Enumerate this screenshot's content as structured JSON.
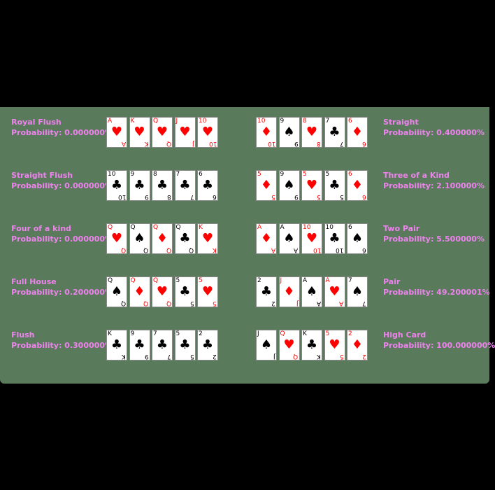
{
  "colors": {
    "felt": "#5a7a5c",
    "label": "#ee82ee",
    "red_suit": "#ff0000",
    "black_suit": "#000000"
  },
  "hands": [
    {
      "name": "Royal Flush",
      "probability": "Probability: 0.000000%",
      "cards": [
        {
          "rank": "A",
          "suit": "♥",
          "color": "red"
        },
        {
          "rank": "K",
          "suit": "♥",
          "color": "red"
        },
        {
          "rank": "Q",
          "suit": "♥",
          "color": "red"
        },
        {
          "rank": "J",
          "suit": "♥",
          "color": "red"
        },
        {
          "rank": "10",
          "suit": "♥",
          "color": "red"
        }
      ]
    },
    {
      "name": "Straight",
      "probability": "Probability: 0.400000%",
      "cards": [
        {
          "rank": "10",
          "suit": "♦",
          "color": "red"
        },
        {
          "rank": "9",
          "suit": "♠",
          "color": "black"
        },
        {
          "rank": "8",
          "suit": "♥",
          "color": "red"
        },
        {
          "rank": "7",
          "suit": "♣",
          "color": "black"
        },
        {
          "rank": "6",
          "suit": "♦",
          "color": "red"
        }
      ]
    },
    {
      "name": "Straight Flush",
      "probability": "Probability: 0.000000%",
      "cards": [
        {
          "rank": "10",
          "suit": "♣",
          "color": "black"
        },
        {
          "rank": "9",
          "suit": "♣",
          "color": "black"
        },
        {
          "rank": "8",
          "suit": "♣",
          "color": "black"
        },
        {
          "rank": "7",
          "suit": "♣",
          "color": "black"
        },
        {
          "rank": "6",
          "suit": "♣",
          "color": "black"
        }
      ]
    },
    {
      "name": "Three of a Kind",
      "probability": "Probability: 2.100000%",
      "cards": [
        {
          "rank": "5",
          "suit": "♦",
          "color": "red"
        },
        {
          "rank": "9",
          "suit": "♠",
          "color": "black"
        },
        {
          "rank": "5",
          "suit": "♥",
          "color": "red"
        },
        {
          "rank": "5",
          "suit": "♣",
          "color": "black"
        },
        {
          "rank": "6",
          "suit": "♦",
          "color": "red"
        }
      ]
    },
    {
      "name": "Four of a kind",
      "probability": "Probability: 0.000000%",
      "cards": [
        {
          "rank": "Q",
          "suit": "♥",
          "color": "red"
        },
        {
          "rank": "Q",
          "suit": "♠",
          "color": "black"
        },
        {
          "rank": "Q",
          "suit": "♦",
          "color": "red"
        },
        {
          "rank": "Q",
          "suit": "♣",
          "color": "black"
        },
        {
          "rank": "K",
          "suit": "♥",
          "color": "red"
        }
      ]
    },
    {
      "name": "Two Pair",
      "probability": "Probability: 5.500000%",
      "cards": [
        {
          "rank": "A",
          "suit": "♦",
          "color": "red"
        },
        {
          "rank": "A",
          "suit": "♠",
          "color": "black"
        },
        {
          "rank": "10",
          "suit": "♥",
          "color": "red"
        },
        {
          "rank": "10",
          "suit": "♣",
          "color": "black"
        },
        {
          "rank": "6",
          "suit": "♠",
          "color": "black"
        }
      ]
    },
    {
      "name": "Full House",
      "probability": "Probability: 0.200000%",
      "cards": [
        {
          "rank": "Q",
          "suit": "♠",
          "color": "black"
        },
        {
          "rank": "Q",
          "suit": "♦",
          "color": "red"
        },
        {
          "rank": "Q",
          "suit": "♥",
          "color": "red"
        },
        {
          "rank": "5",
          "suit": "♣",
          "color": "black"
        },
        {
          "rank": "5",
          "suit": "♥",
          "color": "red"
        }
      ]
    },
    {
      "name": "Pair",
      "probability": "Probability: 49.200001%",
      "cards": [
        {
          "rank": "2",
          "suit": "♣",
          "color": "black"
        },
        {
          "rank": "J",
          "suit": "♦",
          "color": "red"
        },
        {
          "rank": "A",
          "suit": "♠",
          "color": "black"
        },
        {
          "rank": "A",
          "suit": "♥",
          "color": "red"
        },
        {
          "rank": "7",
          "suit": "♠",
          "color": "black"
        }
      ]
    },
    {
      "name": "Flush",
      "probability": "Probability: 0.300000%",
      "cards": [
        {
          "rank": "K",
          "suit": "♣",
          "color": "black"
        },
        {
          "rank": "9",
          "suit": "♣",
          "color": "black"
        },
        {
          "rank": "7",
          "suit": "♣",
          "color": "black"
        },
        {
          "rank": "5",
          "suit": "♣",
          "color": "black"
        },
        {
          "rank": "2",
          "suit": "♣",
          "color": "black"
        }
      ]
    },
    {
      "name": "High Card",
      "probability": "Probability: 100.000000%",
      "cards": [
        {
          "rank": "J",
          "suit": "♠",
          "color": "black"
        },
        {
          "rank": "Q",
          "suit": "♥",
          "color": "red"
        },
        {
          "rank": "K",
          "suit": "♣",
          "color": "black"
        },
        {
          "rank": "5",
          "suit": "♥",
          "color": "red"
        },
        {
          "rank": "2",
          "suit": "♦",
          "color": "red"
        }
      ]
    }
  ]
}
